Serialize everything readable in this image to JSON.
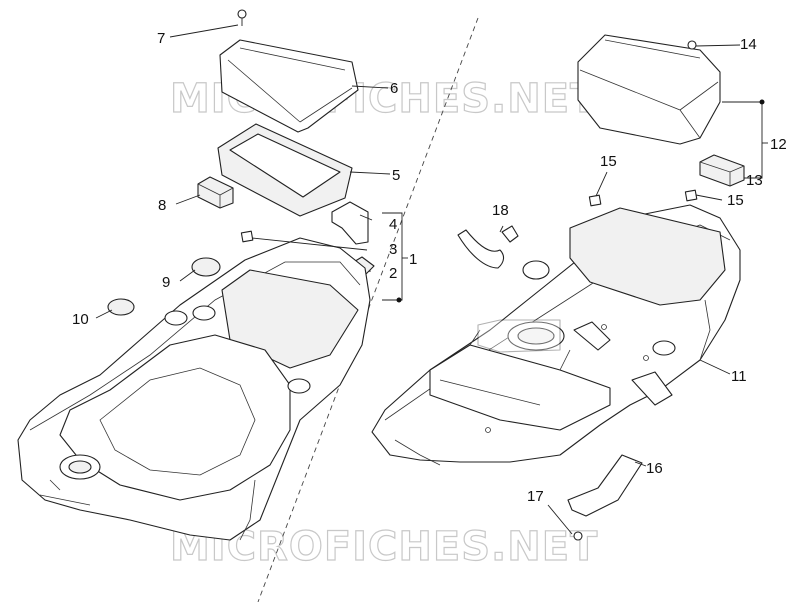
{
  "watermark": "MICROFICHES.NET",
  "callouts": [
    "1",
    "2",
    "3",
    "4",
    "5",
    "6",
    "7",
    "8",
    "9",
    "10",
    "11",
    "12",
    "13",
    "14",
    "15",
    "15",
    "16",
    "17",
    "18"
  ],
  "colors": {
    "line": "#222222",
    "watermark": "#c8c8c8",
    "background": "#ffffff"
  }
}
